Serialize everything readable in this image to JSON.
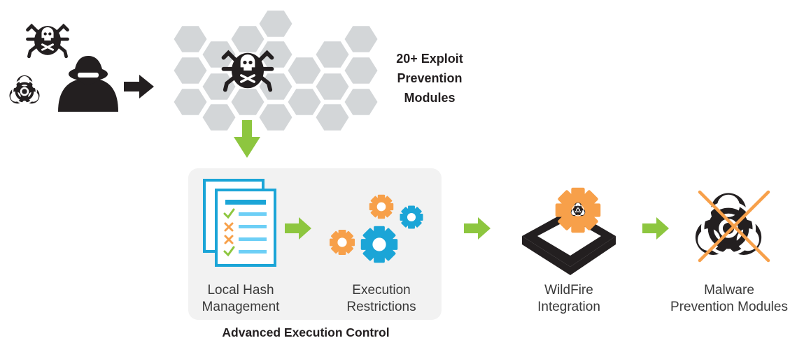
{
  "exploit_modules": {
    "lines": [
      "20+ Exploit",
      "Prevention",
      "Modules"
    ]
  },
  "local_hash": {
    "lines": [
      "Local Hash",
      "Management"
    ]
  },
  "execution_restrictions": {
    "lines": [
      "Execution",
      "Restrictions"
    ]
  },
  "wildfire": {
    "lines": [
      "WildFire",
      "Integration"
    ]
  },
  "malware_modules": {
    "lines": [
      "Malware",
      "Prevention Modules"
    ]
  },
  "aec_title": "Advanced Execution Control",
  "colors": {
    "hexagon": "#d3d6d8",
    "green_arrow": "#8dc63f",
    "blue": "#1ba5d7",
    "orange": "#f7a04a",
    "black": "#231f20",
    "panel": "#f2f2f2"
  },
  "icons": [
    "bug-skull-icon",
    "biohazard-icon",
    "spy-icon",
    "document-checklist-icon",
    "gears-icon",
    "sandbox-box-icon",
    "crossed-biohazard-icon"
  ]
}
